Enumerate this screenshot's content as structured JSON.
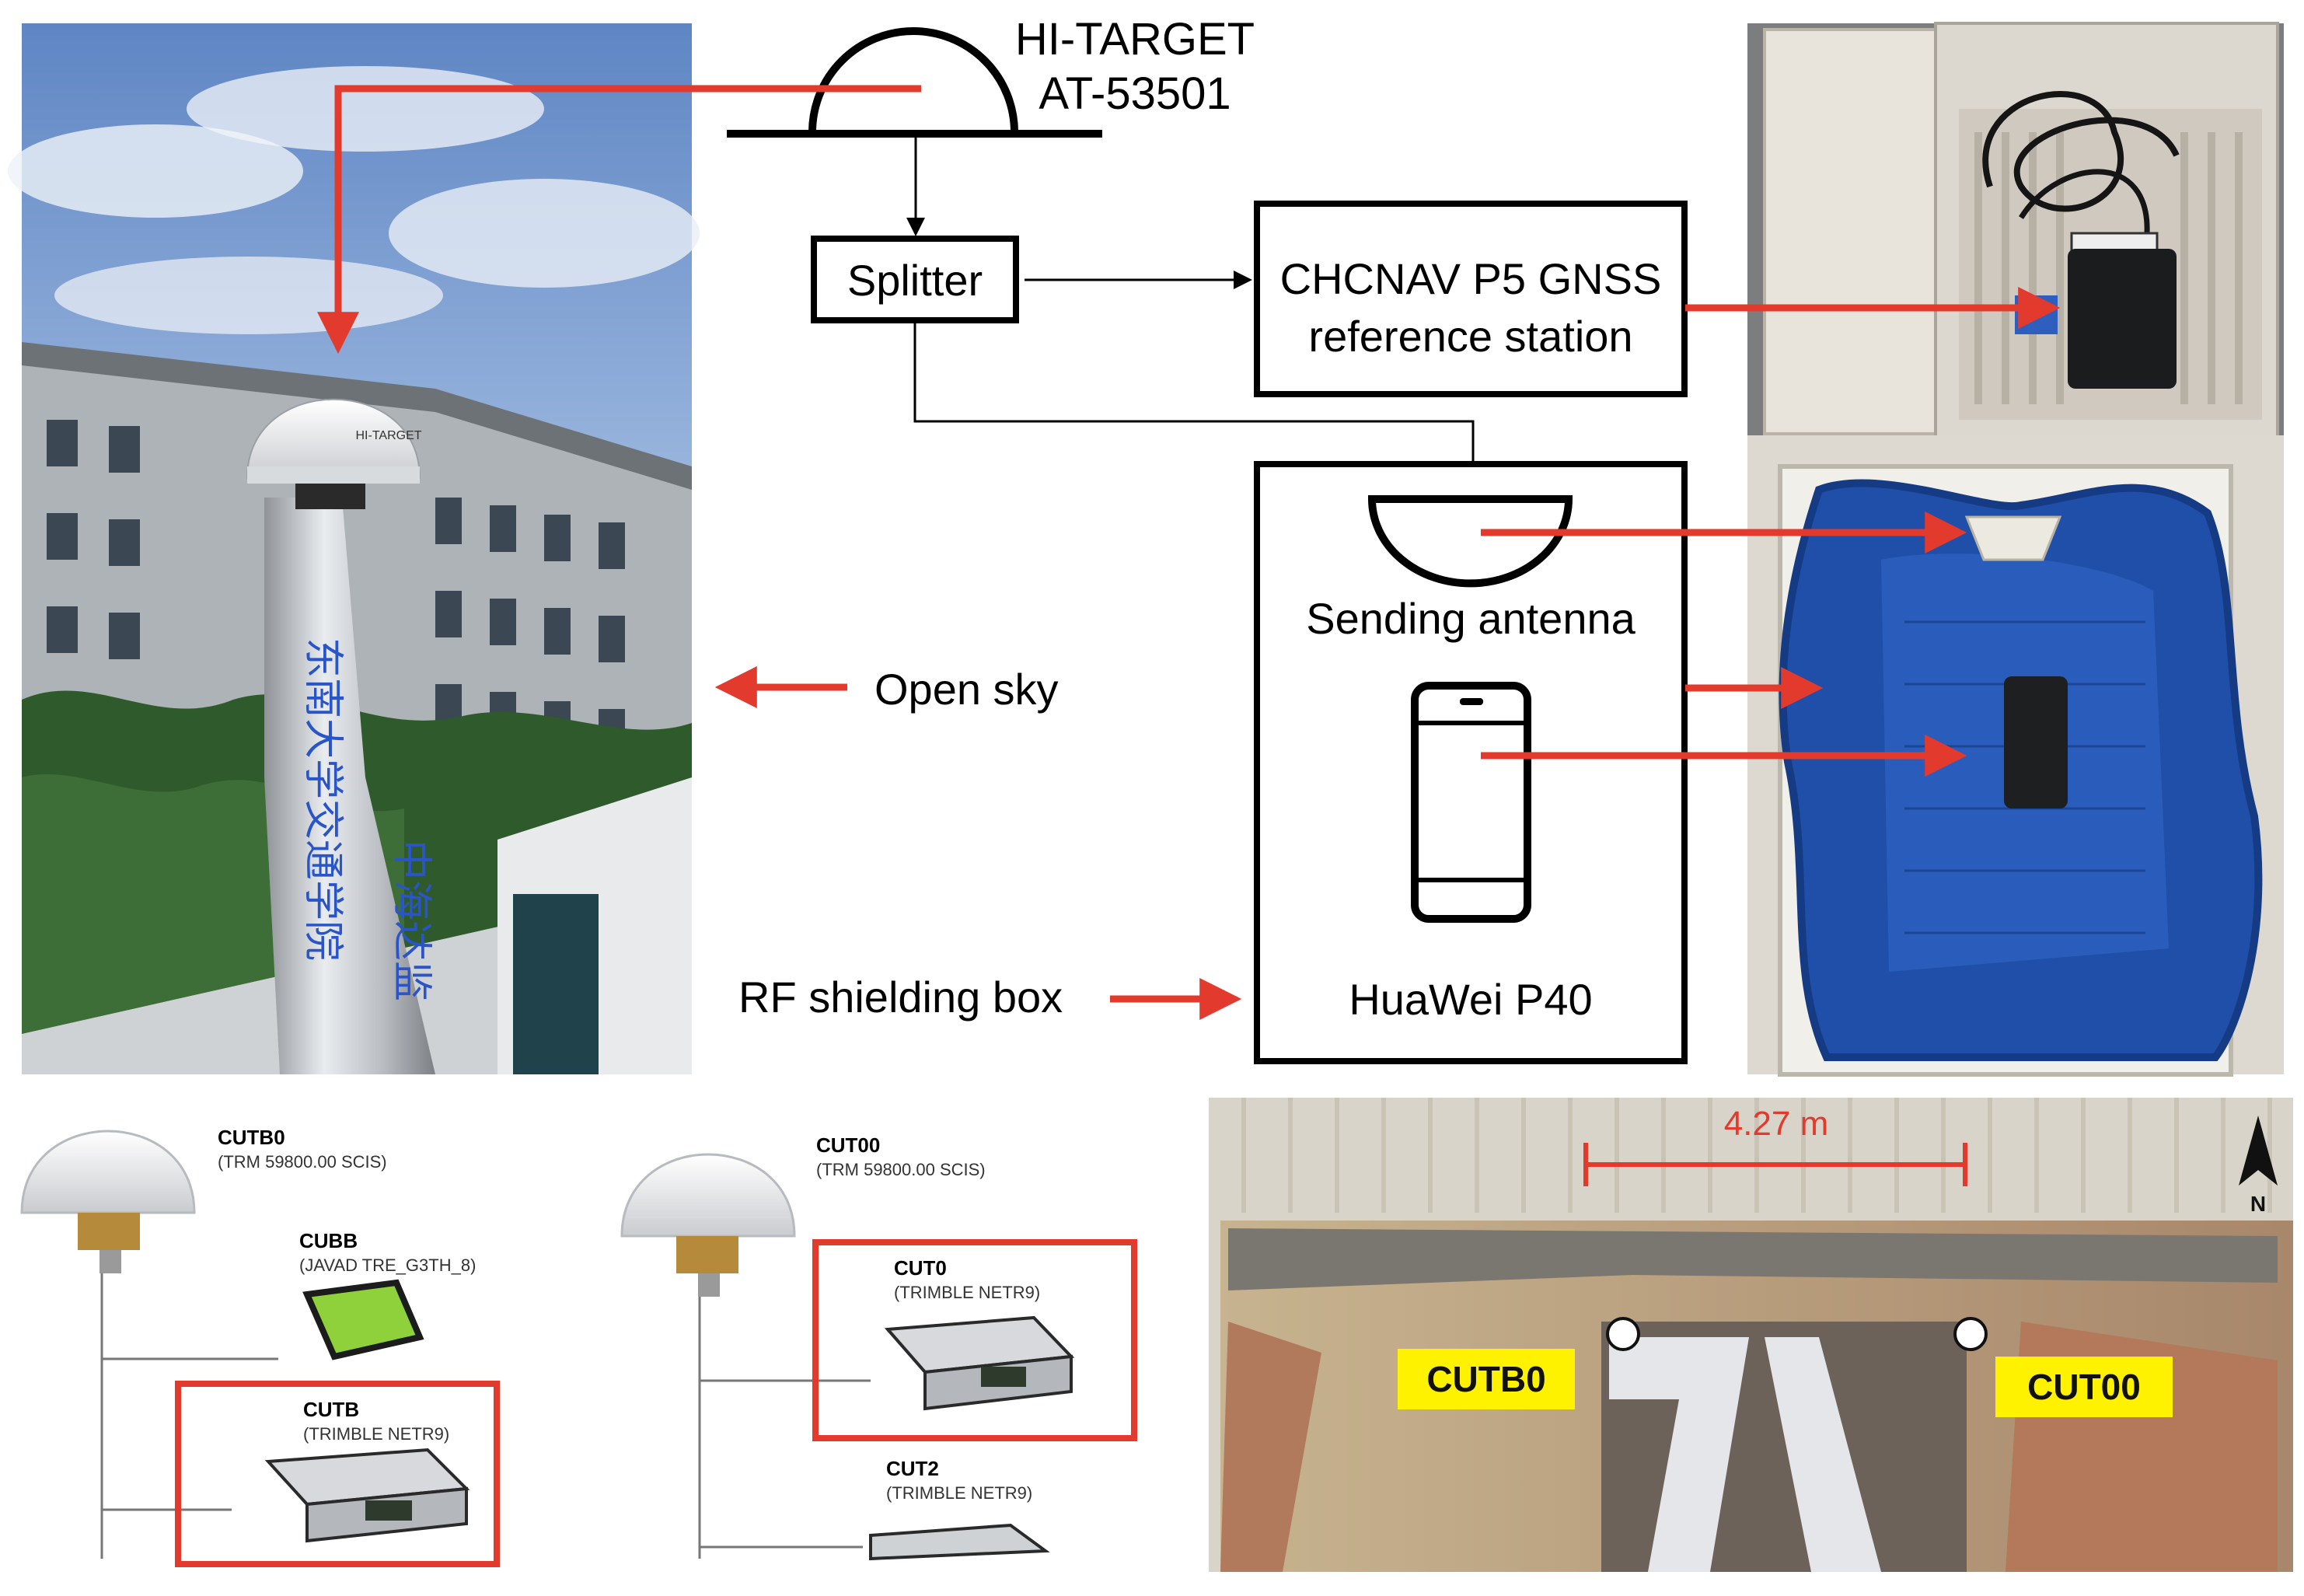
{
  "antenna": {
    "name": "HI-TARGET",
    "model": "AT-53501"
  },
  "splitter": {
    "label": "Splitter"
  },
  "reference_station": {
    "line1": "CHCNAV P5 GNSS",
    "line2": "reference station"
  },
  "shield_box": {
    "sending_antenna_label": "Sending antenna",
    "phone_label": "HuaWei P40"
  },
  "annotations": {
    "open_sky": "Open sky",
    "rf_shielding_box": "RF shielding box"
  },
  "photo_antenna": {
    "dome_brand": "HI-TARGET",
    "pole_text_1": "东南大学交通学院",
    "pole_text_2": "中海达监"
  },
  "left_setup": {
    "antenna": {
      "name": "CUTB0",
      "model": "(TRM 59800.00 SCIS)"
    },
    "receiver1": {
      "name": "CUBB",
      "model": "(JAVAD TRE_G3TH_8)"
    },
    "receiver2": {
      "name": "CUTB",
      "model": "(TRIMBLE NETR9)"
    }
  },
  "middle_setup": {
    "antenna": {
      "name": "CUT00",
      "model": "(TRM 59800.00 SCIS)"
    },
    "receiver1": {
      "name": "CUT0",
      "model": "(TRIMBLE NETR9)"
    },
    "receiver2": {
      "name": "CUT2",
      "model": "(TRIMBLE NETR9)"
    }
  },
  "map": {
    "distance": "4.27 m",
    "north": "N",
    "point_left": "CUTB0",
    "point_right": "CUT00"
  },
  "colors": {
    "arrow_red": "#e23b2e",
    "map_label_yellow": "#fff200",
    "foam_blue": "#1f4fa8"
  }
}
